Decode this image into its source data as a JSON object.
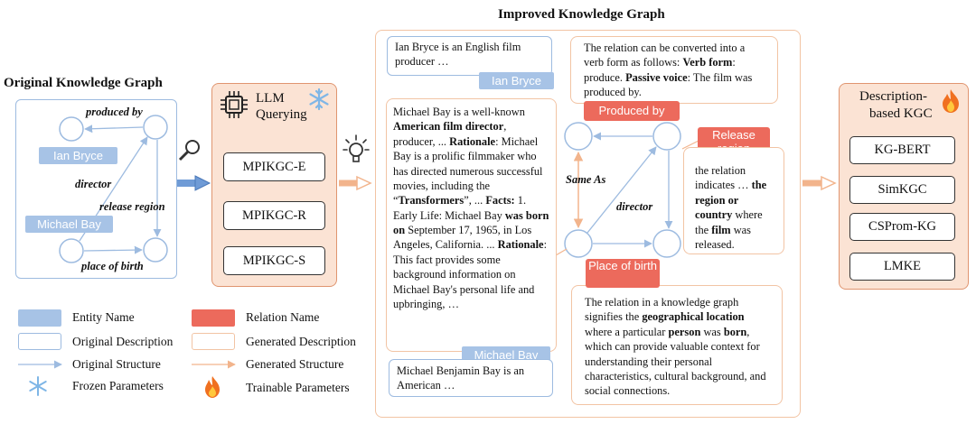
{
  "titles": {
    "original": "Original Knowledge Graph",
    "improved": "Improved Knowledge Graph"
  },
  "original_graph": {
    "entity_ian": "Ian Bryce",
    "entity_michael": "Michael Bay",
    "rel_produced_by": "produced by",
    "rel_director": "director",
    "rel_release_region": "release region",
    "rel_place_of_birth": "place of birth"
  },
  "llm": {
    "title_line1": "LLM",
    "title_line2": "Querying",
    "models": [
      "MPIKGC-E",
      "MPIKGC-R",
      "MPIKGC-S"
    ]
  },
  "improved_graph": {
    "ian_desc": "Ian Bryce is an English film producer …",
    "ian_label": "Ian Bryce",
    "michael_desc_parts": [
      {
        "t": "Michael Bay is a well-known ",
        "b": false
      },
      {
        "t": "American film director",
        "b": true
      },
      {
        "t": ", producer, ... ",
        "b": false
      },
      {
        "t": "Rationale",
        "b": true
      },
      {
        "t": ": Michael Bay is a prolific filmmaker who has directed numerous successful movies, including the “",
        "b": false
      },
      {
        "t": "Transformers",
        "b": true
      },
      {
        "t": "”, ... ",
        "b": false
      },
      {
        "t": "Facts:",
        "b": true
      },
      {
        "t": " 1. Early Life: Michael Bay ",
        "b": false
      },
      {
        "t": "was born on",
        "b": true
      },
      {
        "t": " September 17, 1965, in Los Angeles, California. ... ",
        "b": false
      },
      {
        "t": "Rationale",
        "b": true
      },
      {
        "t": ": This fact provides some background information on Michael Bay's personal life and upbringing, …",
        "b": false
      }
    ],
    "michael_label": "Michael Bay",
    "michael_short_desc": "Michael Benjamin Bay is an American …",
    "produced_desc_parts": [
      {
        "t": "The relation can be converted into a verb form as follows: ",
        "b": false
      },
      {
        "t": "Verb form",
        "b": true
      },
      {
        "t": ": produce. ",
        "b": false
      },
      {
        "t": "Passive voice",
        "b": true
      },
      {
        "t": ": The film was produced by.",
        "b": false
      }
    ],
    "produced_label": "Produced by",
    "release_label": "Release region",
    "release_desc_parts": [
      {
        "t": "the relation indicates … ",
        "b": false
      },
      {
        "t": "the region or country",
        "b": true
      },
      {
        "t": " where the ",
        "b": false
      },
      {
        "t": "film",
        "b": true
      },
      {
        "t": " was released.",
        "b": false
      }
    ],
    "birth_label": "Place of birth",
    "birth_desc_parts": [
      {
        "t": "The relation in a knowledge graph signifies the ",
        "b": false
      },
      {
        "t": "geographical location",
        "b": true
      },
      {
        "t": " where a particular ",
        "b": false
      },
      {
        "t": "person",
        "b": true
      },
      {
        "t": " was ",
        "b": false
      },
      {
        "t": "born",
        "b": true
      },
      {
        "t": ", which can provide valuable context for understanding their personal characteristics, cultural background, and social connections.",
        "b": false
      }
    ],
    "same_as": "Same As",
    "director": "director"
  },
  "kgc": {
    "title_line1": "Description-",
    "title_line2": "based KGC",
    "models": [
      "KG-BERT",
      "SimKGC",
      "CSProm-KG",
      "LMKE"
    ]
  },
  "legend": {
    "entity_name": "Entity Name",
    "relation_name": "Relation Name",
    "original_description": "Original Description",
    "generated_description": "Generated Description",
    "original_structure": "Original Structure",
    "generated_structure": "Generated Structure",
    "frozen_parameters": "Frozen Parameters",
    "trainable_parameters": "Trainable Parameters"
  },
  "icons": [
    "chip-icon",
    "snowflake-icon",
    "fire-icon",
    "magnifier-icon",
    "lightbulb-icon"
  ],
  "colors": {
    "entity": "#a7c3e6",
    "relation": "#ec6a5c",
    "original_border": "#9dbbe0",
    "generated_border": "#f2c4a4",
    "llm_fill": "#fbe3d4"
  }
}
